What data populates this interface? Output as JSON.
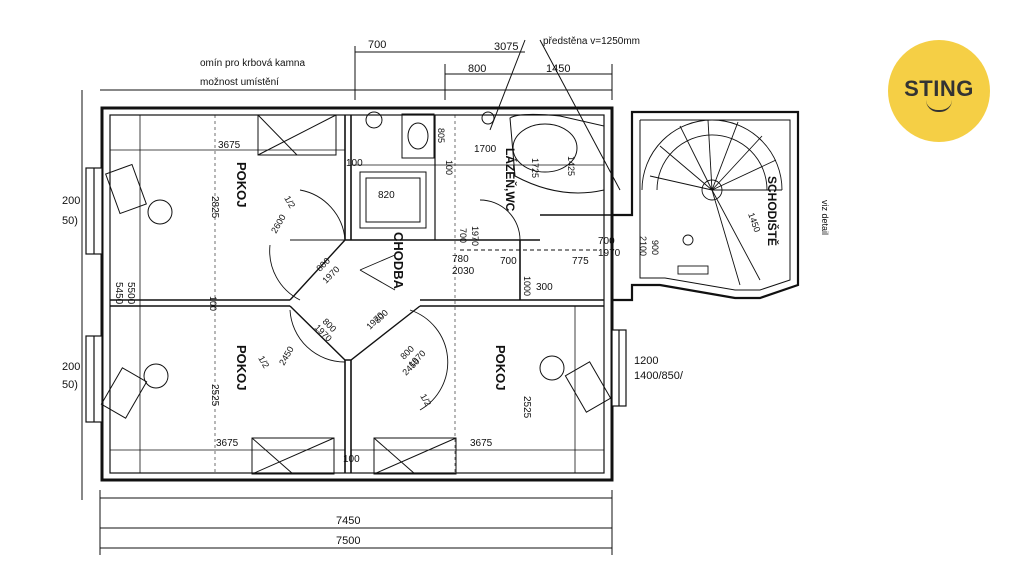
{
  "rooms": {
    "pokoj_top": "POKOJ",
    "pokoj_bottom_left": "POKOJ",
    "pokoj_bottom_right": "POKOJ",
    "chodba": "CHODBA",
    "lazen_wc": "LÁZEŇ,WC",
    "schodiste": "SCHODIŠTĚ"
  },
  "notes": {
    "predstena": "předstěna v=1250mm",
    "komin_line1": "omín pro krbová kamna",
    "komin_line2": "možnost umístění",
    "viz_detail": "viz detail",
    "window_right_1": "1200",
    "window_right_2": "1400/850/",
    "window_left_top_1": "200",
    "window_left_top_2": "50)",
    "window_left_bottom_1": "200",
    "window_left_bottom_2": "50)"
  },
  "dimensions": {
    "d700_top": "700",
    "d3075": "3075",
    "d800_top": "800",
    "d1450_top": "1450",
    "d3675_top": "3675",
    "d100_a": "100",
    "d805": "805",
    "d100_b": "100",
    "d1700": "1700",
    "d1725": "1725",
    "d1425": "1425",
    "d820": "820",
    "d2825": "2825",
    "d5450": "5450",
    "d5500": "5500",
    "d100_mid": "100",
    "d2525_left": "2525",
    "d2525_right": "2525",
    "d3675_bottom_left": "3675",
    "d3675_bottom_right": "3675",
    "d100_bottom": "100",
    "d780": "780",
    "d2030": "2030",
    "d700_mid": "700",
    "d775": "775",
    "d700_right": "700",
    "d1970_right": "1970",
    "d900": "900",
    "d2100": "2100",
    "d1000": "1000",
    "d300": "300",
    "d1450_stair": "1450",
    "d7450": "7450",
    "d7500": "7500",
    "door_800_1970_a": "800",
    "door_1970_a": "1970",
    "door_800_1970_b": "800",
    "door_1970_b": "1970",
    "door_800_1970_c": "800",
    "door_1970_c": "1970",
    "door_800_1970_d": "800",
    "door_1970_d": "1970",
    "d700_wc": "700",
    "d1970_wc": "1970",
    "d2600_a": "2600",
    "d2450_b": "2450",
    "d2450_c": "2450",
    "d1_2_a": "1/2",
    "d1_2_b": "1/2",
    "d1_2_c": "1/2"
  },
  "logo": {
    "text": "STING"
  },
  "colors": {
    "line": "#111111",
    "logo_bg": "#f5cf45",
    "logo_text": "#333333"
  }
}
